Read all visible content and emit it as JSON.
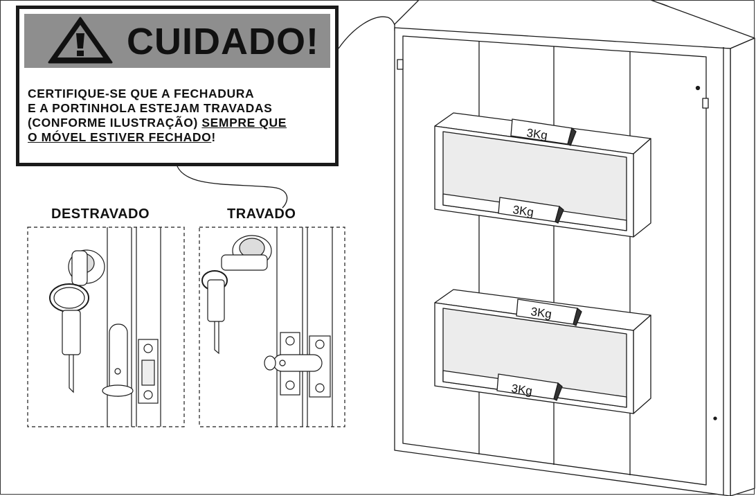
{
  "warning": {
    "title": "CUIDADO!",
    "line1": "CERTIFIQUE-SE QUE A FECHADURA",
    "line2": "E A PORTINHOLA ESTEJAM TRAVADAS",
    "line3_plain": "(CONFORME ILUSTRAÇÃO) ",
    "line3_underlined": "SEMPRE QUE",
    "line4_underlined": "O MÓVEL ESTIVER FECHADO",
    "line4_end": "!"
  },
  "locks": {
    "unlocked_label": "DESTRAVADO",
    "locked_label": "TRAVADO"
  },
  "shelves": {
    "load_labels": [
      "3Kg",
      "3Kg",
      "3Kg",
      "3Kg"
    ]
  },
  "colors": {
    "banner": "#8e8e8e",
    "line": "#1a1a1a",
    "fill_light": "#ffffff",
    "fill_mid": "#d8d8d8",
    "tag_dark": "#333333"
  }
}
